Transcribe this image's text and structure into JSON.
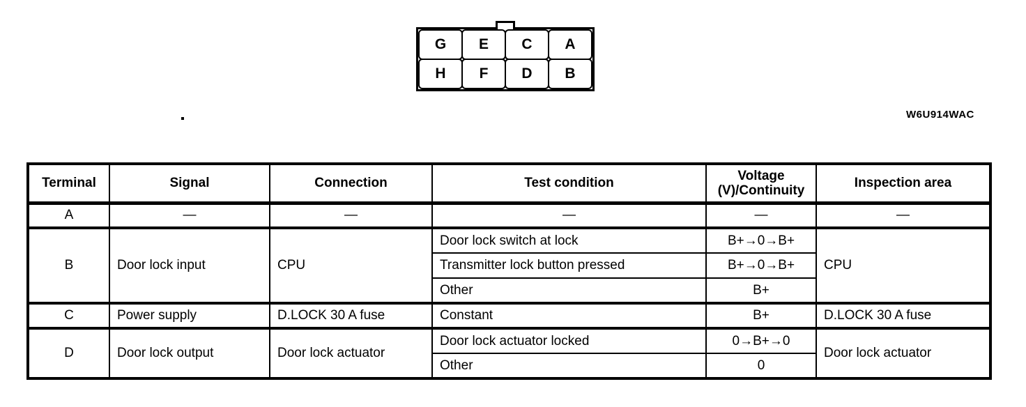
{
  "figure_code": "W6U914WAC",
  "connector": {
    "pins": {
      "top": [
        "G",
        "E",
        "C",
        "A"
      ],
      "bottom": [
        "H",
        "F",
        "D",
        "B"
      ]
    }
  },
  "table": {
    "headers": {
      "terminal": "Terminal",
      "signal": "Signal",
      "connection": "Connection",
      "test_condition": "Test condition",
      "voltage_line1": "Voltage",
      "voltage_line2": "(V)/Continuity",
      "inspection_area": "Inspection area"
    },
    "rows": {
      "a": {
        "terminal": "A",
        "signal": "—",
        "connection": "—",
        "test_condition": "—",
        "voltage": "—",
        "inspection": "—"
      },
      "b": {
        "terminal": "B",
        "signal": "Door lock input",
        "connection": "CPU",
        "inspection": "CPU",
        "conditions": [
          {
            "test": "Door lock switch at lock",
            "voltage": "B+→0→B+"
          },
          {
            "test": "Transmitter lock button pressed",
            "voltage": "B+→0→B+"
          },
          {
            "test": "Other",
            "voltage": "B+"
          }
        ]
      },
      "c": {
        "terminal": "C",
        "signal": "Power supply",
        "connection": "D.LOCK 30 A fuse",
        "test_condition": "Constant",
        "voltage": "B+",
        "inspection": "D.LOCK 30 A fuse"
      },
      "d": {
        "terminal": "D",
        "signal": "Door lock output",
        "connection": "Door lock actuator",
        "inspection": "Door lock actuator",
        "conditions": [
          {
            "test": "Door lock actuator locked",
            "voltage": "0→B+→0"
          },
          {
            "test": "Other",
            "voltage": "0"
          }
        ]
      }
    }
  }
}
